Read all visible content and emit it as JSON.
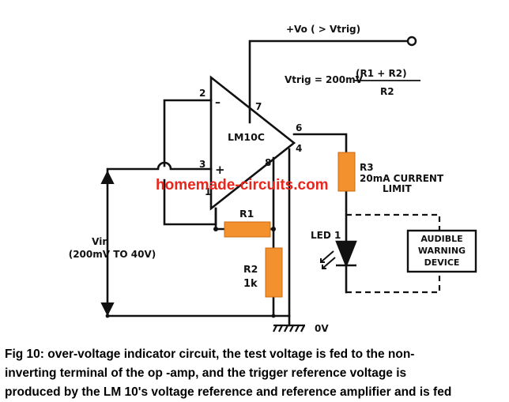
{
  "diagram": {
    "supply_label": "+Vo ( > Vtrig)",
    "formula": {
      "lhs": "Vtrig = 200mV",
      "numerator": "(R1 + R2)",
      "denominator": "R2"
    },
    "opamp_label": "LM10C",
    "pins": {
      "p2": "2",
      "p7": "7",
      "p6": "6",
      "p4": "4",
      "p3": "3",
      "p8": "8",
      "p1": "1",
      "minus": "–",
      "plus": "+"
    },
    "resistors": {
      "r1": "R1",
      "r2": "R2",
      "r2_value": "1k",
      "r3": "R3",
      "r3_desc_line1": "20mA CURRENT",
      "r3_desc_line2": "LIMIT"
    },
    "led_label": "LED 1",
    "warning_device": [
      "AUDIBLE",
      "WARNING",
      "DEVICE"
    ],
    "vin_label": "Vin",
    "vin_range": "(200mV TO 40V)",
    "ground_label": "0V",
    "watermark": "homemade-circuits.com",
    "resistor_color": "#f2912e",
    "watermark_color": "#e8261c"
  },
  "caption": [
    "Fig 10: over-voltage indicator circuit, the test voltage is fed to the non-",
    "inverting terminal of the op -amp, and the trigger reference voltage is",
    "produced by the LM 10's voltage reference and reference amplifier and is fed"
  ]
}
